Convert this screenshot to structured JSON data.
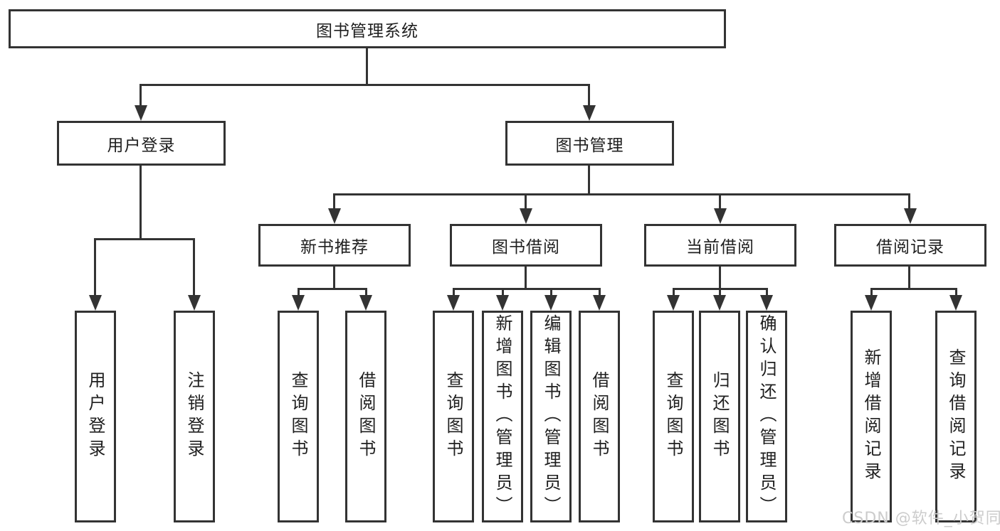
{
  "diagram": {
    "root": {
      "label": "图书管理系统"
    },
    "level2": [
      {
        "label": "用户登录"
      },
      {
        "label": "图书管理"
      }
    ],
    "level3": [
      {
        "label": "新书推荐"
      },
      {
        "label": "图书借阅"
      },
      {
        "label": "当前借阅"
      },
      {
        "label": "借阅记录"
      }
    ],
    "leaves": [
      {
        "label": "用户登录"
      },
      {
        "label": "注销登录"
      },
      {
        "label": "查询图书"
      },
      {
        "label": "借阅图书"
      },
      {
        "label": "查询图书"
      },
      {
        "label": "新增图书（管理员）"
      },
      {
        "label": "编辑图书（管理员）"
      },
      {
        "label": "借阅图书"
      },
      {
        "label": "查询图书"
      },
      {
        "label": "归还图书"
      },
      {
        "label": "确认归还（管理员）"
      },
      {
        "label": "新增借阅记录"
      },
      {
        "label": "查询借阅记录"
      }
    ],
    "watermark": "CSDN @软件_小贺同学",
    "colors": {
      "line": "#333333",
      "text": "#1f1f1f",
      "background": "#ffffff",
      "watermark": "#cccccc"
    }
  }
}
